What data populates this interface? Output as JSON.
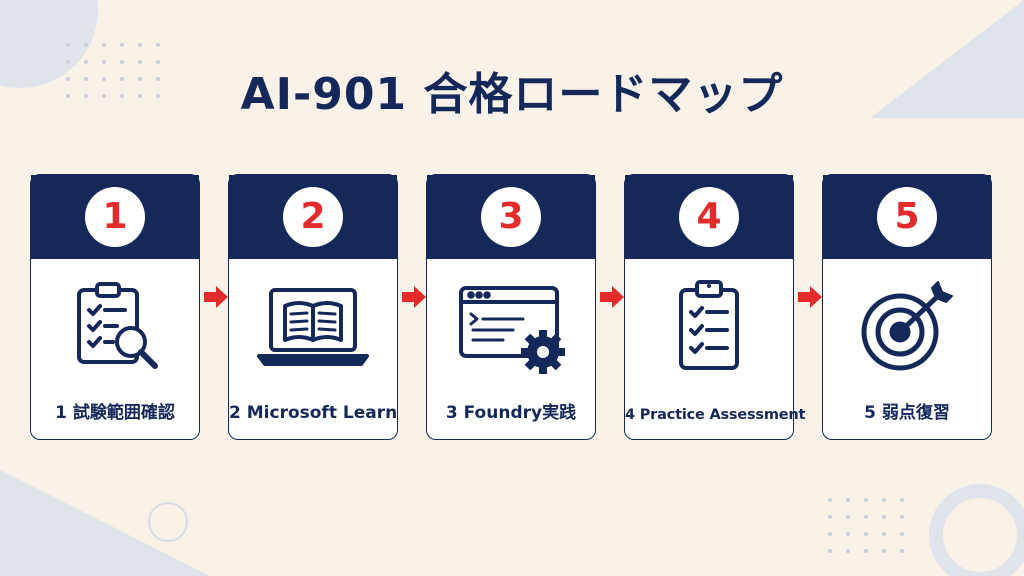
{
  "title": "AI-901 合格ロードマップ",
  "steps": [
    {
      "number": "1",
      "label": "1 試験範囲確認",
      "icon": "clipboard-magnifier-icon"
    },
    {
      "number": "2",
      "label": "2 Microsoft Learn",
      "icon": "laptop-book-icon"
    },
    {
      "number": "3",
      "label": "3 Foundry実践",
      "icon": "code-window-gear-icon"
    },
    {
      "number": "4",
      "label": "4 Practice Assessment",
      "icon": "clipboard-checklist-icon"
    },
    {
      "number": "5",
      "label": "5 弱点復習",
      "icon": "target-arrow-icon"
    }
  ],
  "colors": {
    "navy": "#14285a",
    "red": "#e42b2b",
    "background": "#f8f2e8",
    "card": "#ffffff"
  }
}
